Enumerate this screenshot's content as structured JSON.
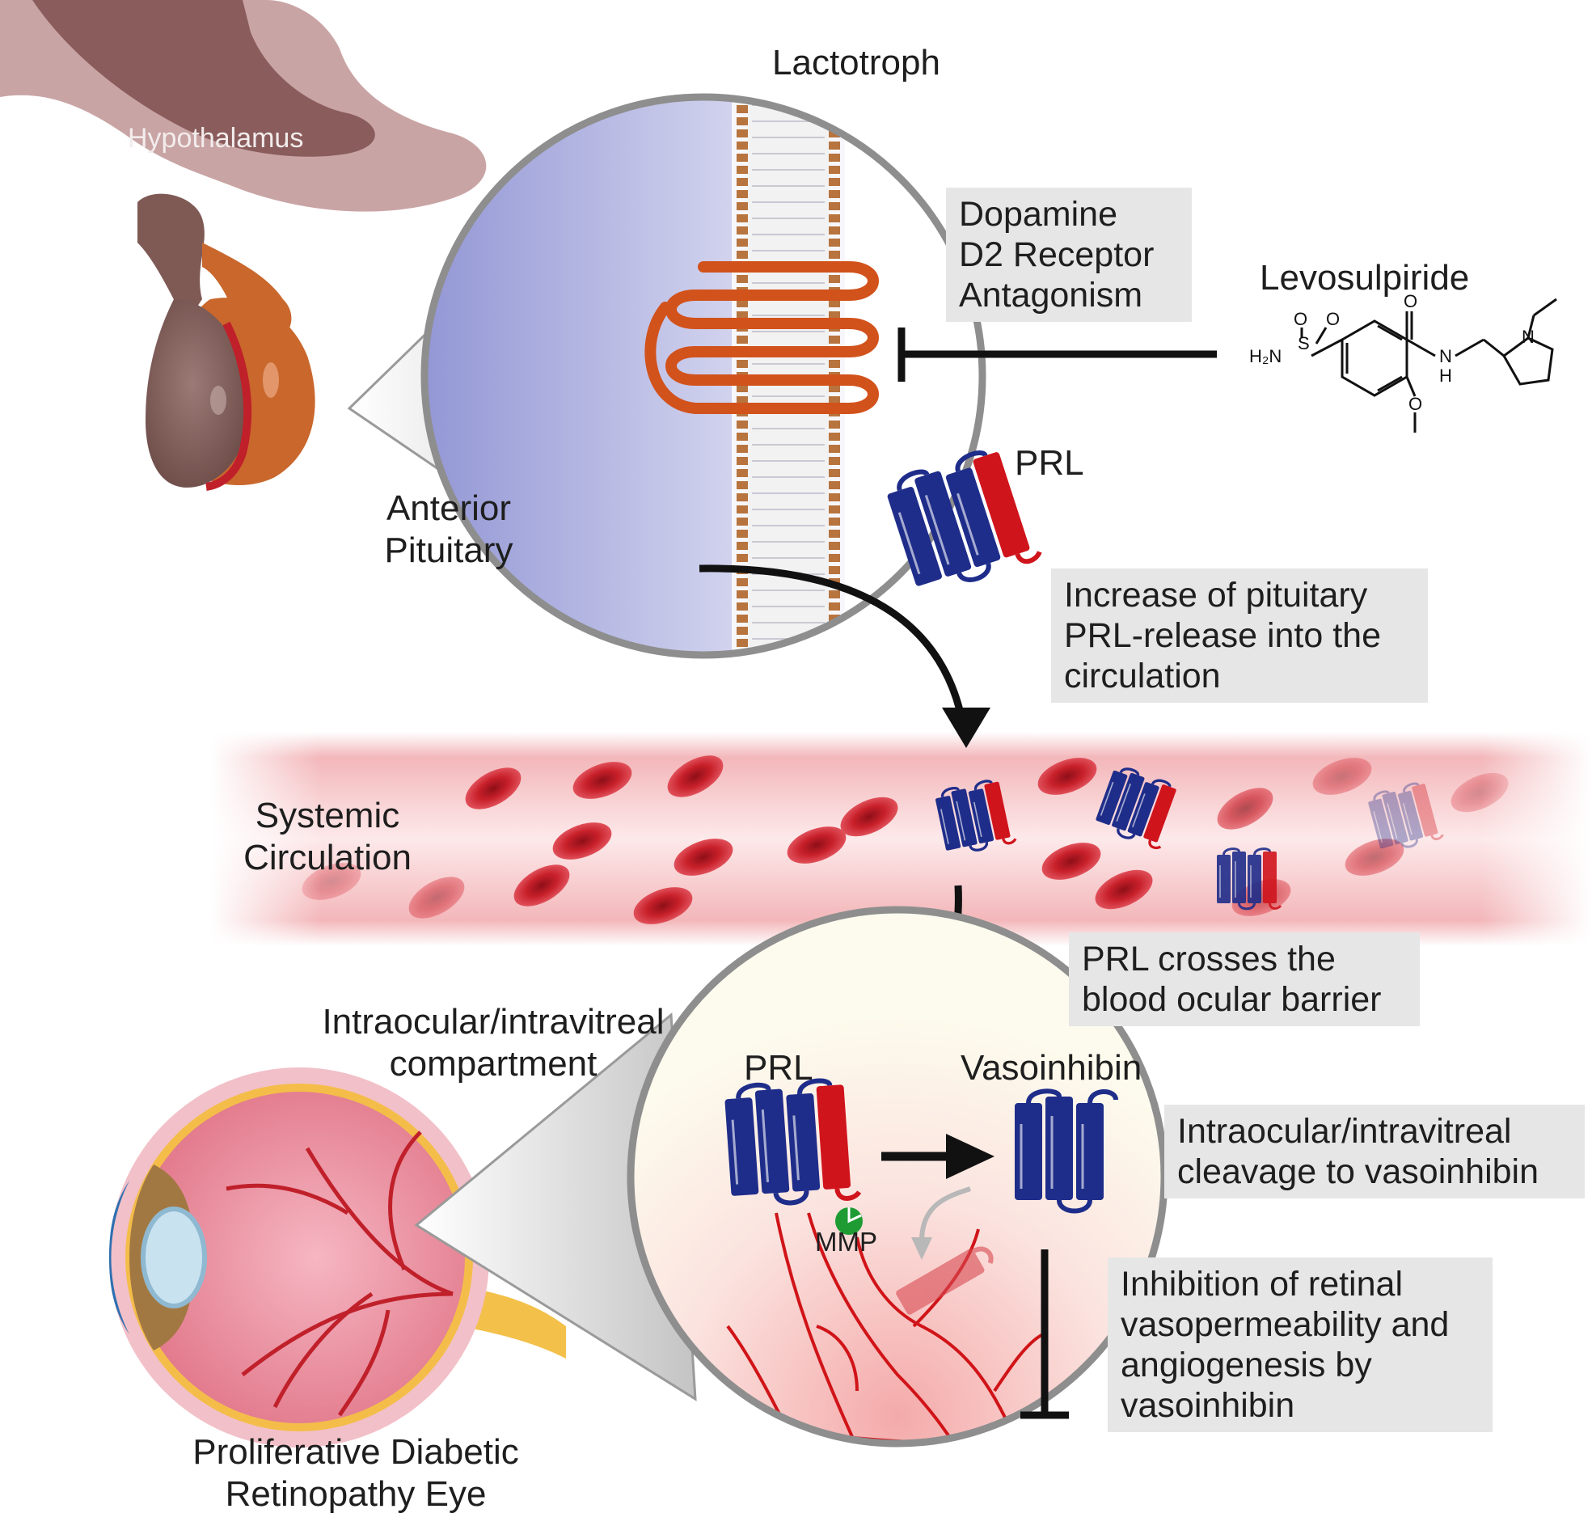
{
  "labels": {
    "hypothalamus": "Hypothalamus",
    "lactotroph": "Lactotroph",
    "anterior_pituitary": [
      "Anterior",
      "Pituitary"
    ],
    "levosulpiride": "Levosulpiride",
    "prl_top": "PRL",
    "systemic_circulation": [
      "Systemic",
      "Circulation"
    ],
    "intraocular_compartment": [
      "Intraocular/intravitreal",
      "compartment"
    ],
    "prl_bottom": "PRL",
    "vasoinhibin": "Vasoinhibin",
    "mmp": "MMP",
    "eye": [
      "Proliferative Diabetic",
      "Retinopathy Eye"
    ]
  },
  "molecule_atoms": {
    "o1": "O",
    "o2": "O",
    "s": "S",
    "h2n": "H₂N",
    "o_amide": "O",
    "n_amide": "N",
    "h_amide": "H",
    "n_ring": "N",
    "o_methoxy": "O"
  },
  "boxes": {
    "d2": [
      "Dopamine",
      "D2 Receptor",
      "Antagonism"
    ],
    "release": [
      "Increase of pituitary",
      "PRL-release into the",
      "circulation"
    ],
    "barrier": [
      "PRL crosses the",
      "blood ocular barrier"
    ],
    "cleavage": [
      "Intraocular/intravitreal",
      "cleavage to vasoinhibin"
    ],
    "inhibition": [
      "Inhibition of retinal",
      "vasopermeability and",
      "angiogenesis by",
      "vasoinhibin"
    ]
  },
  "colors": {
    "prl_blue": "#1f2d8a",
    "prl_red": "#d0141c",
    "receptor_orange": "#d2521c",
    "blood_red": "#c8202a",
    "box_gray": "#e6e6e6",
    "mmp_green": "#1e9b32"
  }
}
